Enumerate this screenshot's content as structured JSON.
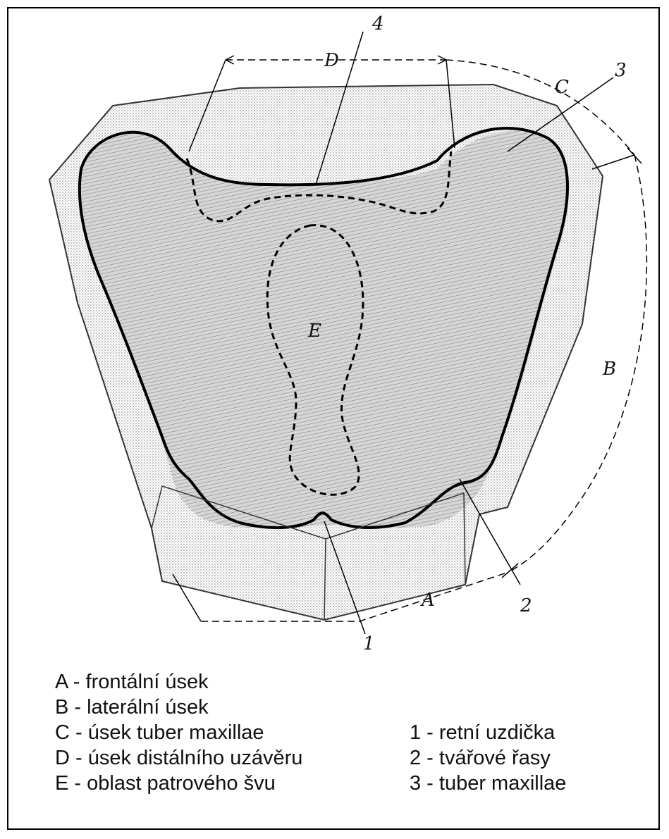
{
  "figure": {
    "markers": {
      "A": "A",
      "B": "B",
      "C": "C",
      "D": "D",
      "E": "E",
      "n1": "1",
      "n2": "2",
      "n3": "3",
      "n4": "4"
    },
    "colors": {
      "ink": "#111111",
      "paper": "#ffffff",
      "stipple": "#bdbdbd"
    }
  },
  "legend": {
    "left": [
      "A - frontální úsek",
      "B - laterální úsek",
      "C - úsek tuber maxillae",
      "D - úsek distálního uzávěru",
      "E - oblast patrového švu"
    ],
    "right": [
      "1 - retní uzdička",
      "2 - tvářové řasy",
      "3 - tuber maxillae"
    ]
  }
}
